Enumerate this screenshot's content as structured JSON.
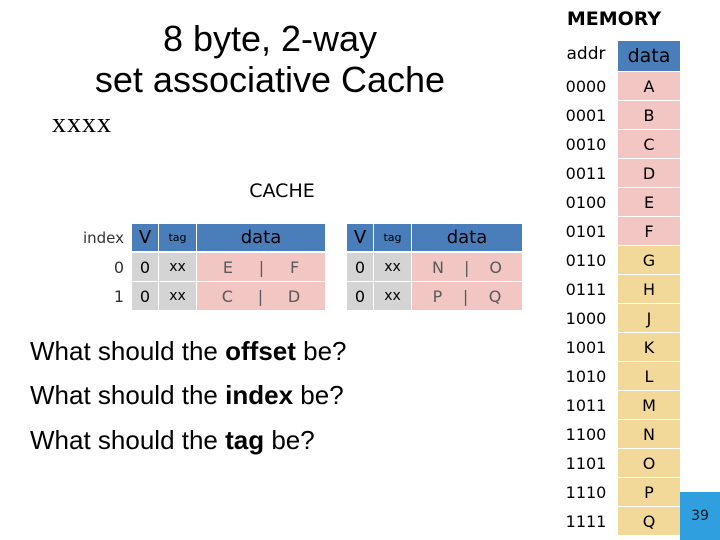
{
  "slide": {
    "title_line1": "8 byte, 2-way",
    "title_line2": "set associative Cache",
    "note": "xxxx",
    "page_number": "39"
  },
  "cache": {
    "label": "CACHE",
    "headers": {
      "index": "index",
      "valid": "V",
      "tag": "tag",
      "data": "data"
    },
    "rows": [
      {
        "index": "0",
        "way1": {
          "v": "0",
          "tag": "xx",
          "data_a": "E",
          "data_b": "F"
        },
        "way2": {
          "v": "0",
          "tag": "xx",
          "data_a": "N",
          "data_b": "O"
        }
      },
      {
        "index": "1",
        "way1": {
          "v": "0",
          "tag": "xx",
          "data_a": "C",
          "data_b": "D"
        },
        "way2": {
          "v": "0",
          "tag": "xx",
          "data_a": "P",
          "data_b": "Q"
        }
      }
    ],
    "separator": "|"
  },
  "questions": [
    {
      "pre": "What should the ",
      "bold": "offset",
      "post": " be?"
    },
    {
      "pre": "What should the ",
      "bold": "index",
      "post": " be?"
    },
    {
      "pre": "What should the ",
      "bold": "tag",
      "post": " be?"
    }
  ],
  "memory": {
    "title": "MEMORY",
    "addr_header": "addr",
    "data_header": "data",
    "rows": [
      {
        "addr": "0000",
        "data": "A",
        "color": "#f2c6c2"
      },
      {
        "addr": "0001",
        "data": "B",
        "color": "#f2c6c2"
      },
      {
        "addr": "0010",
        "data": "C",
        "color": "#f2c6c2"
      },
      {
        "addr": "0011",
        "data": "D",
        "color": "#f2c6c2"
      },
      {
        "addr": "0100",
        "data": "E",
        "color": "#f2c6c2"
      },
      {
        "addr": "0101",
        "data": "F",
        "color": "#f2c6c2"
      },
      {
        "addr": "0110",
        "data": "G",
        "color": "#f2d99a"
      },
      {
        "addr": "0111",
        "data": "H",
        "color": "#f2d99a"
      },
      {
        "addr": "1000",
        "data": "J",
        "color": "#f2d99a"
      },
      {
        "addr": "1001",
        "data": "K",
        "color": "#f2d99a"
      },
      {
        "addr": "1010",
        "data": "L",
        "color": "#f2d99a"
      },
      {
        "addr": "1011",
        "data": "M",
        "color": "#f2d99a"
      },
      {
        "addr": "1100",
        "data": "N",
        "color": "#f2d99a"
      },
      {
        "addr": "1101",
        "data": "O",
        "color": "#f2d99a"
      },
      {
        "addr": "1110",
        "data": "P",
        "color": "#f2d99a"
      },
      {
        "addr": "1111",
        "data": "Q",
        "color": "#f2d99a"
      }
    ]
  },
  "colors": {
    "header_blue": "#4a7ebb",
    "cell_grey": "#d4d4d4",
    "cell_red": "#f2c6c2",
    "page_badge": "#2f9fe0"
  }
}
